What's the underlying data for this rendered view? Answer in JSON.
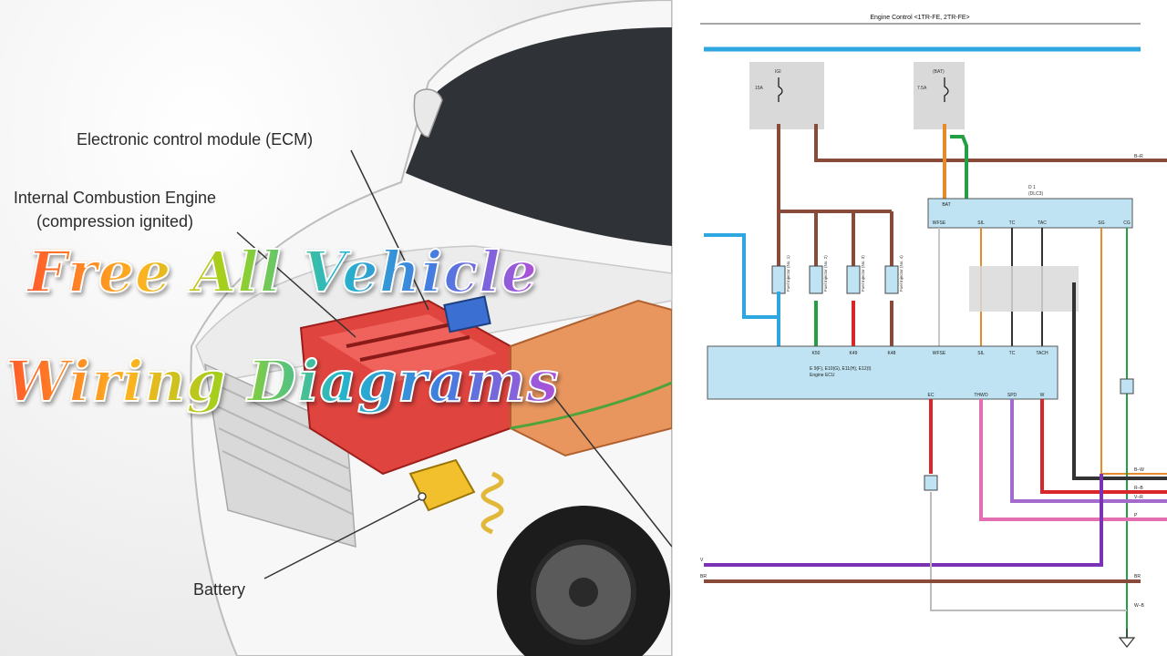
{
  "photo": {
    "labels": {
      "ecm": "Electronic control module (ECM)",
      "engine_line1": "Internal Combustion Engine",
      "engine_line2": "(compression ignited)",
      "battery": "Battery"
    },
    "banner": {
      "line1": "Free All Vehicle",
      "line2": "Wiring Diagrams"
    }
  },
  "diagram": {
    "title": "Engine Control <1TR-FE, 2TR-FE>",
    "connectors": {
      "dlc3": "D 1",
      "dlc3_sub": "(DLC3)",
      "ecu": "E 9(F), E10(G), E11(H), E12(I)",
      "ecu_sub": "Engine ECU"
    },
    "fuses": {
      "igi": "IGI",
      "igi_rating": "15A",
      "bat": "(BAT)",
      "bat_rating": "7.5A"
    },
    "dlc3_pins": [
      "BAT",
      "WFSE",
      "SIL",
      "TC",
      "TAC",
      "SG",
      "CG"
    ],
    "ecu_top_pins": [
      "K50",
      "K49",
      "K48",
      "WFSE",
      "SIL",
      "TC",
      "TACH"
    ],
    "ecu_bottom_pins": [
      "EC",
      "THWO",
      "SPD",
      "W"
    ],
    "injectors": [
      "Fuel Injector (No. 1)",
      "Fuel Injector (No. 2)",
      "Fuel Injector (No. 3)",
      "Fuel Injector (No. 4)"
    ],
    "wire_codes_right": [
      "B–R",
      "B–W",
      "R–B",
      "V–R",
      "P"
    ],
    "bottom_bus": {
      "left_top": "V",
      "left_bottom": "BR",
      "right_bottom": "BR",
      "right_end": "W–B"
    },
    "colors": {
      "blue": "#2ea6e0",
      "brown": "#8a4a3a",
      "red": "#d9262a",
      "green": "#23a043",
      "orange": "#e88a2a",
      "purple": "#7a33b5",
      "pink": "#e36fb0",
      "gray": "#9a9a9a",
      "violet": "#a56acd"
    }
  }
}
